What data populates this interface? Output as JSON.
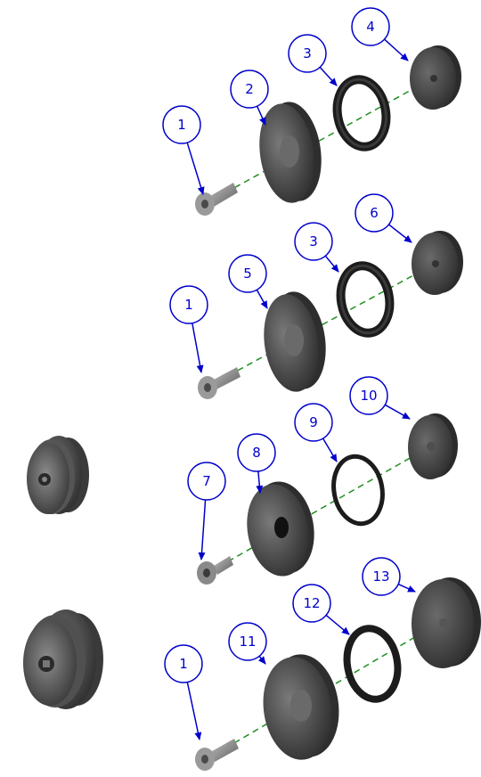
{
  "balloons": [
    {
      "label": "1"
    },
    {
      "label": "2"
    },
    {
      "label": "3"
    },
    {
      "label": "4"
    },
    {
      "label": "1"
    },
    {
      "label": "5"
    },
    {
      "label": "3"
    },
    {
      "label": "6"
    },
    {
      "label": "7"
    },
    {
      "label": "8"
    },
    {
      "label": "9"
    },
    {
      "label": "10"
    },
    {
      "label": "1"
    },
    {
      "label": "11"
    },
    {
      "label": "12"
    },
    {
      "label": "13"
    }
  ],
  "colors": {
    "balloon": "#0000cc",
    "axis": "#1f8f1f",
    "part_dark": "#2a2a2a",
    "part_mid": "#555555",
    "part_light": "#8a8a8a"
  }
}
